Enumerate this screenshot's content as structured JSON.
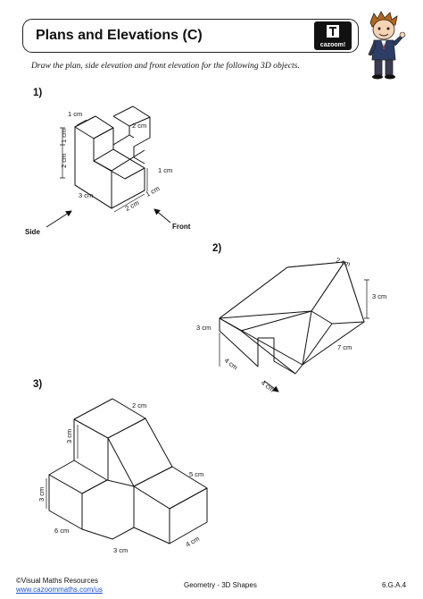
{
  "header": {
    "title": "Plans and Elevations (C)",
    "brand": "cazoom!"
  },
  "instruction": "Draw the plan, side elevation and front elevation for the following 3D objects.",
  "questions": [
    {
      "number": "1)",
      "labels": [
        "1 cm",
        "1 cm",
        "2 cm",
        "2 cm",
        "1 cm",
        "3 cm",
        "2 cm",
        "1 cm"
      ],
      "side": "Side",
      "front": "Front"
    },
    {
      "number": "2)",
      "labels": [
        "2 cm",
        "3 cm",
        "3 cm",
        "7 cm",
        "4 cm",
        "4 cm"
      ]
    },
    {
      "number": "3)",
      "labels": [
        "2 cm",
        "3 cm",
        "5 cm",
        "3 cm",
        "6 cm",
        "3 cm",
        "4 cm"
      ]
    }
  ],
  "footer": {
    "copyright": "©Visual Maths Resources",
    "link": "www.cazoommaths.com/us",
    "topic": "Geometry - 3D Shapes",
    "code": "6.G.A.4"
  },
  "colors": {
    "link": "#1a4fd6",
    "ink": "#111111",
    "brand_bg": "#111111"
  }
}
